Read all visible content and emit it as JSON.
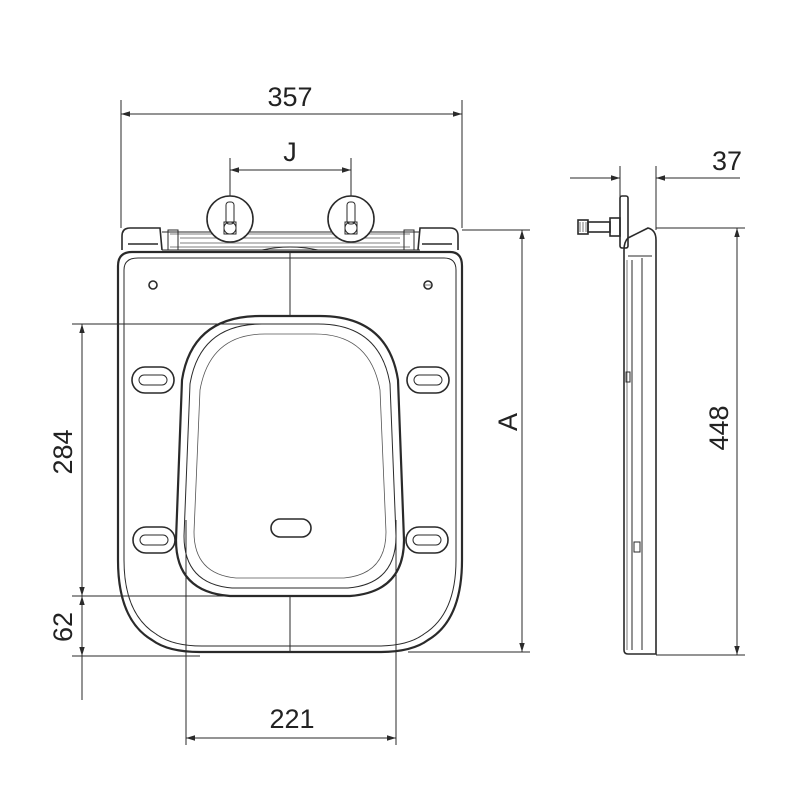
{
  "dimensions": {
    "overall_width": "357",
    "hinge_spacing": "J",
    "side_depth": "37",
    "seat_length_A": "A",
    "side_length": "448",
    "opening_length": "284",
    "front_offset": "62",
    "opening_width": "221"
  },
  "colors": {
    "line": "#2a2a2a",
    "background": "#ffffff"
  }
}
